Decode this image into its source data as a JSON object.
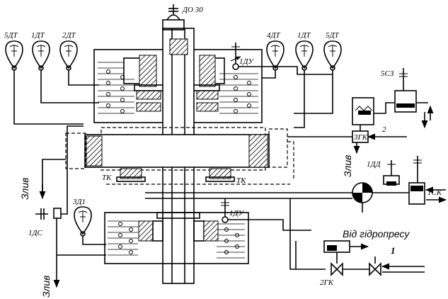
{
  "labels": {
    "do30": "ДО 30",
    "g5dt_l": "5ДТ",
    "g1dt_l": "1ДТ",
    "g2dt_l": "2ДТ",
    "g4dt_r": "4ДТ",
    "g1dt_r": "1ДТ",
    "g5dt_r": "5ДТ",
    "s1du_top": "1ДУ",
    "s5sz": "5СЗ",
    "v3gk": "3ГК",
    "n2": "2",
    "zliv_mid": "Злив",
    "s1dd": "1ДД",
    "tk_left": "ТК",
    "tk_right": "ТК",
    "zliv_left": "Злив",
    "s1sk": "1СК",
    "g3d1": "3Д1",
    "s1ds": "1ДС",
    "s1du_bot": "1ДУ",
    "vid_gidropresu": "Від гідропресу",
    "n1": "1",
    "v2gk": "2ГК",
    "zliv_bottom": "Злив"
  }
}
